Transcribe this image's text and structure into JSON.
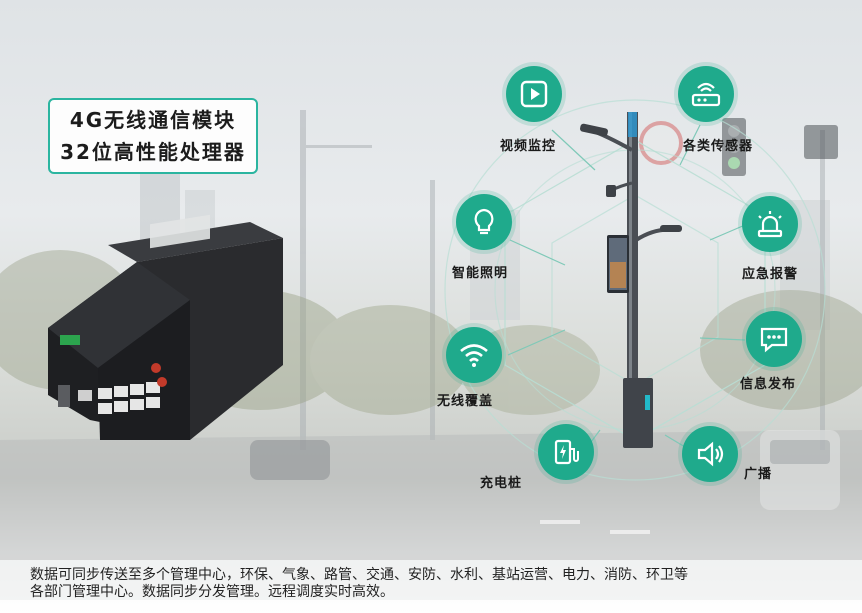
{
  "headline": {
    "line1": "4G无线通信模块",
    "line2": "32位高性能处理器"
  },
  "features": [
    {
      "id": "video",
      "label": "视频监控",
      "icon": "play-icon"
    },
    {
      "id": "sensor",
      "label": "各类传感器",
      "icon": "router-icon"
    },
    {
      "id": "lighting",
      "label": "智能照明",
      "icon": "bulb-icon"
    },
    {
      "id": "alarm",
      "label": "应急报警",
      "icon": "alarm-light-icon"
    },
    {
      "id": "wifi",
      "label": "无线覆盖",
      "icon": "wifi-icon"
    },
    {
      "id": "info",
      "label": "信息发布",
      "icon": "message-icon"
    },
    {
      "id": "charge",
      "label": "充电桩",
      "icon": "charger-icon"
    },
    {
      "id": "broadcast",
      "label": "广播",
      "icon": "speaker-icon"
    }
  ],
  "caption": {
    "line1": "数据可同步传送至多个管理中心，环保、气象、路管、交通、安防、水利、基站运营、电力、消防、环卫等",
    "line2": "各部门管理中心。数据同步分发管理。远程调度实时高效。"
  },
  "colors": {
    "accent": "#1faa8c",
    "frame": "#2bb5a0",
    "device": "#2a2b2e",
    "pole": "#4a4e54"
  }
}
